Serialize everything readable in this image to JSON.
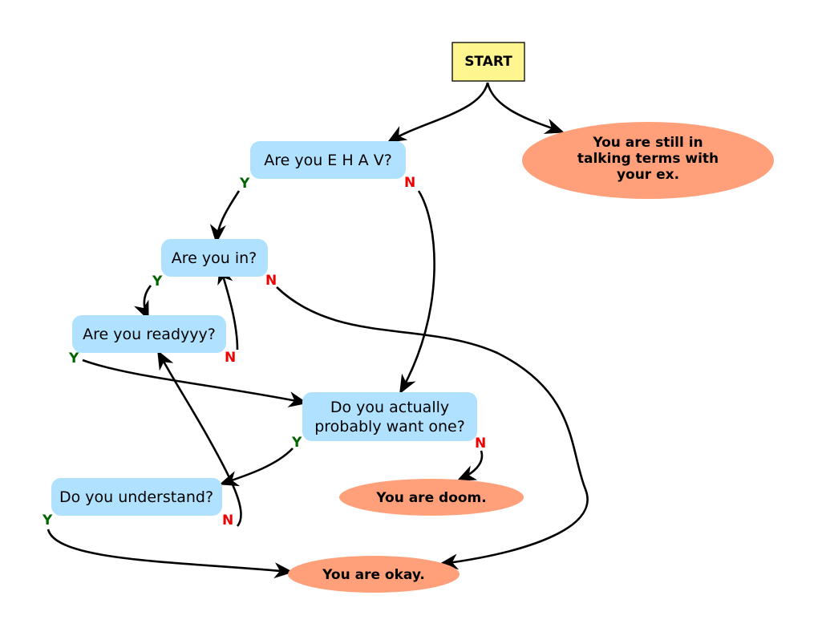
{
  "colors": {
    "start_fill": "#fff68f",
    "question_fill": "#b0e2ff",
    "result_fill": "#ffa07a",
    "yes_label": "#006400",
    "no_label": "#ee0000",
    "edge": "#000000"
  },
  "nodes": {
    "start": "START",
    "q_ehav": "Are you E H A V?",
    "q_in": "Are you in?",
    "q_ready": "Are you readyyy?",
    "q_want": [
      "Do you actually",
      "probably want one?"
    ],
    "q_understand": "Do you understand?",
    "r_ex": [
      "You are still in",
      "talking terms with",
      "your ex."
    ],
    "r_doom": "You are doom.",
    "r_okay": "You are okay."
  },
  "edge_labels": {
    "yes": "Y",
    "no": "N"
  }
}
